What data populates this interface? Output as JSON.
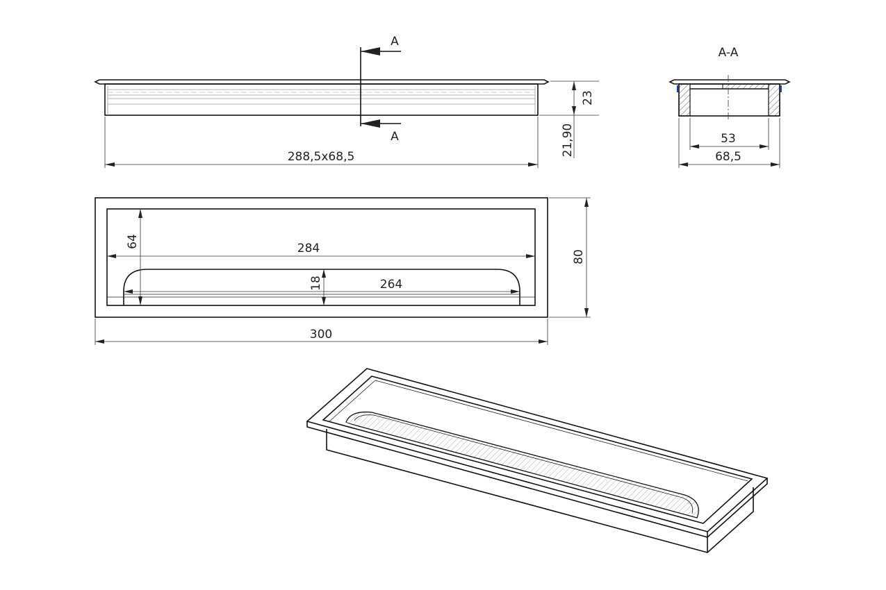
{
  "section": {
    "marker": "A",
    "view_title": "A-A"
  },
  "dimensions": {
    "outer_size": "288,5x68,5",
    "height_total": "23",
    "height_body": "21,90",
    "section_inner": "53",
    "section_outer": "68,5",
    "inner_length": "284",
    "inner_width": "64",
    "slot_length": "264",
    "slot_width": "18",
    "frame_width": "80",
    "frame_length": "300"
  },
  "colors": {
    "line": "#111111",
    "hatch": "#555555",
    "gasket": "#1f3fbf"
  }
}
